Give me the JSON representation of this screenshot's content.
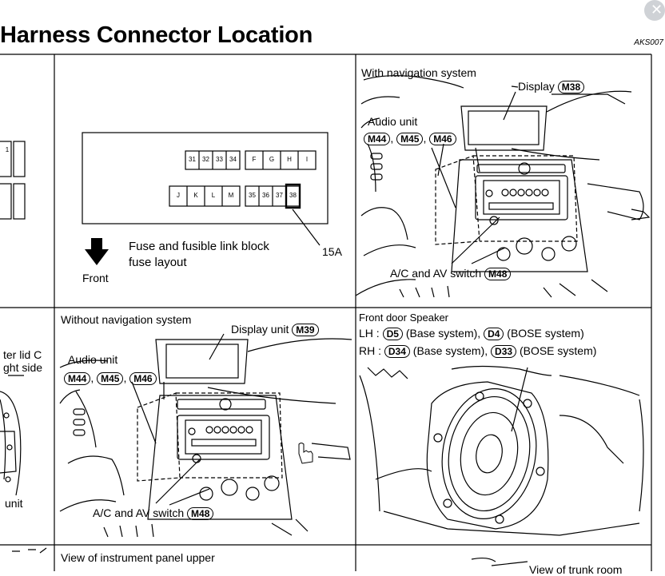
{
  "title": "Harness Connector Location",
  "doc_code": "AKS007",
  "close_glyph": "✕",
  "fuse_panel": {
    "top_row_numbers": [
      "31",
      "32",
      "33",
      "34"
    ],
    "top_row_letters": [
      "F",
      "G",
      "H",
      "I"
    ],
    "bottom_row_letters": [
      "J",
      "K",
      "L",
      "M"
    ],
    "bottom_row_numbers": [
      "35",
      "36",
      "37",
      "38"
    ],
    "left_partial": "1",
    "caption_line1": "Fuse and fusible link block",
    "caption_line2": "fuse layout",
    "amp_label": "15A",
    "front_label": "Front"
  },
  "with_nav": {
    "heading": "With navigation system",
    "display_label": "Display",
    "display_conn": "M38",
    "audio_label": "Audio unit",
    "audio_conns": [
      "M44",
      "M45",
      "M46"
    ],
    "switch_label": "A/C and AV switch",
    "switch_conn": "M48"
  },
  "without_nav": {
    "heading": "Without navigation system",
    "display_label": "Display unit",
    "display_conn": "M39",
    "audio_label": "Audio unit",
    "audio_conns": [
      "M44",
      "M45",
      "M46"
    ],
    "switch_label": "A/C and AV switch",
    "switch_conn": "M48"
  },
  "speaker": {
    "heading": "Front door Speaker",
    "lh_prefix": "LH :",
    "lh_base_conn": "D5",
    "lh_base_text": "(Base system),",
    "lh_bose_conn": "D4",
    "lh_bose_text": "(BOSE system)",
    "rh_prefix": "RH :",
    "rh_base_conn": "D34",
    "rh_base_text": "(Base system),",
    "rh_bose_conn": "D33",
    "rh_bose_text": "(BOSE system)"
  },
  "left_cutoff": {
    "lid_line1": "ter lid C",
    "lid_line2": "ght side",
    "unit_label": "unit"
  },
  "bottom": {
    "instrument_heading": "View of instrument panel upper",
    "trunk_heading": "View of trunk room"
  }
}
